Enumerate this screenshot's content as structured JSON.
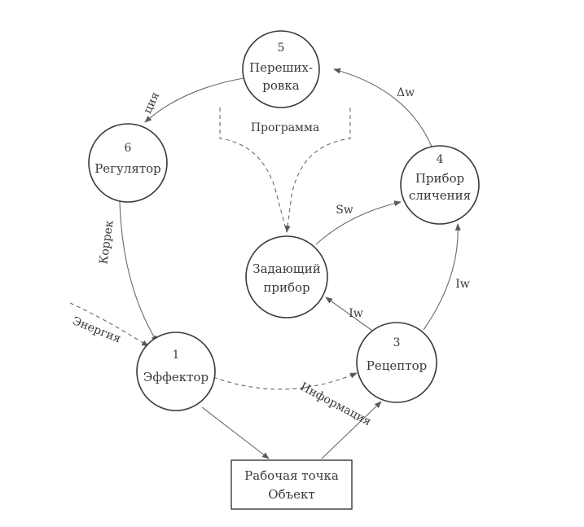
{
  "nodes": {
    "n1": {
      "number": "1",
      "line1": "Эффектор",
      "line2": ""
    },
    "n3": {
      "number": "3",
      "line1": "Рецептор",
      "line2": ""
    },
    "n4": {
      "number": "4",
      "line1": "Прибор",
      "line2": "сличения"
    },
    "n5": {
      "number": "5",
      "line1": "Переших-",
      "line2": "ровка"
    },
    "n6": {
      "number": "6",
      "line1": "Регулятор",
      "line2": ""
    },
    "setter": {
      "line1": "Задающий",
      "line2": "прибор"
    }
  },
  "object_box": {
    "line1": "Рабочая точка",
    "line2": "Объект"
  },
  "edge_labels": {
    "program": "Программа",
    "delta_w": "Δw",
    "sw": "Sw",
    "iw_right": "Iw",
    "iw_left": "Iw",
    "correction_top": "ция",
    "correction_left": "Коррек",
    "energy": "Энергия",
    "information": "Информация"
  }
}
